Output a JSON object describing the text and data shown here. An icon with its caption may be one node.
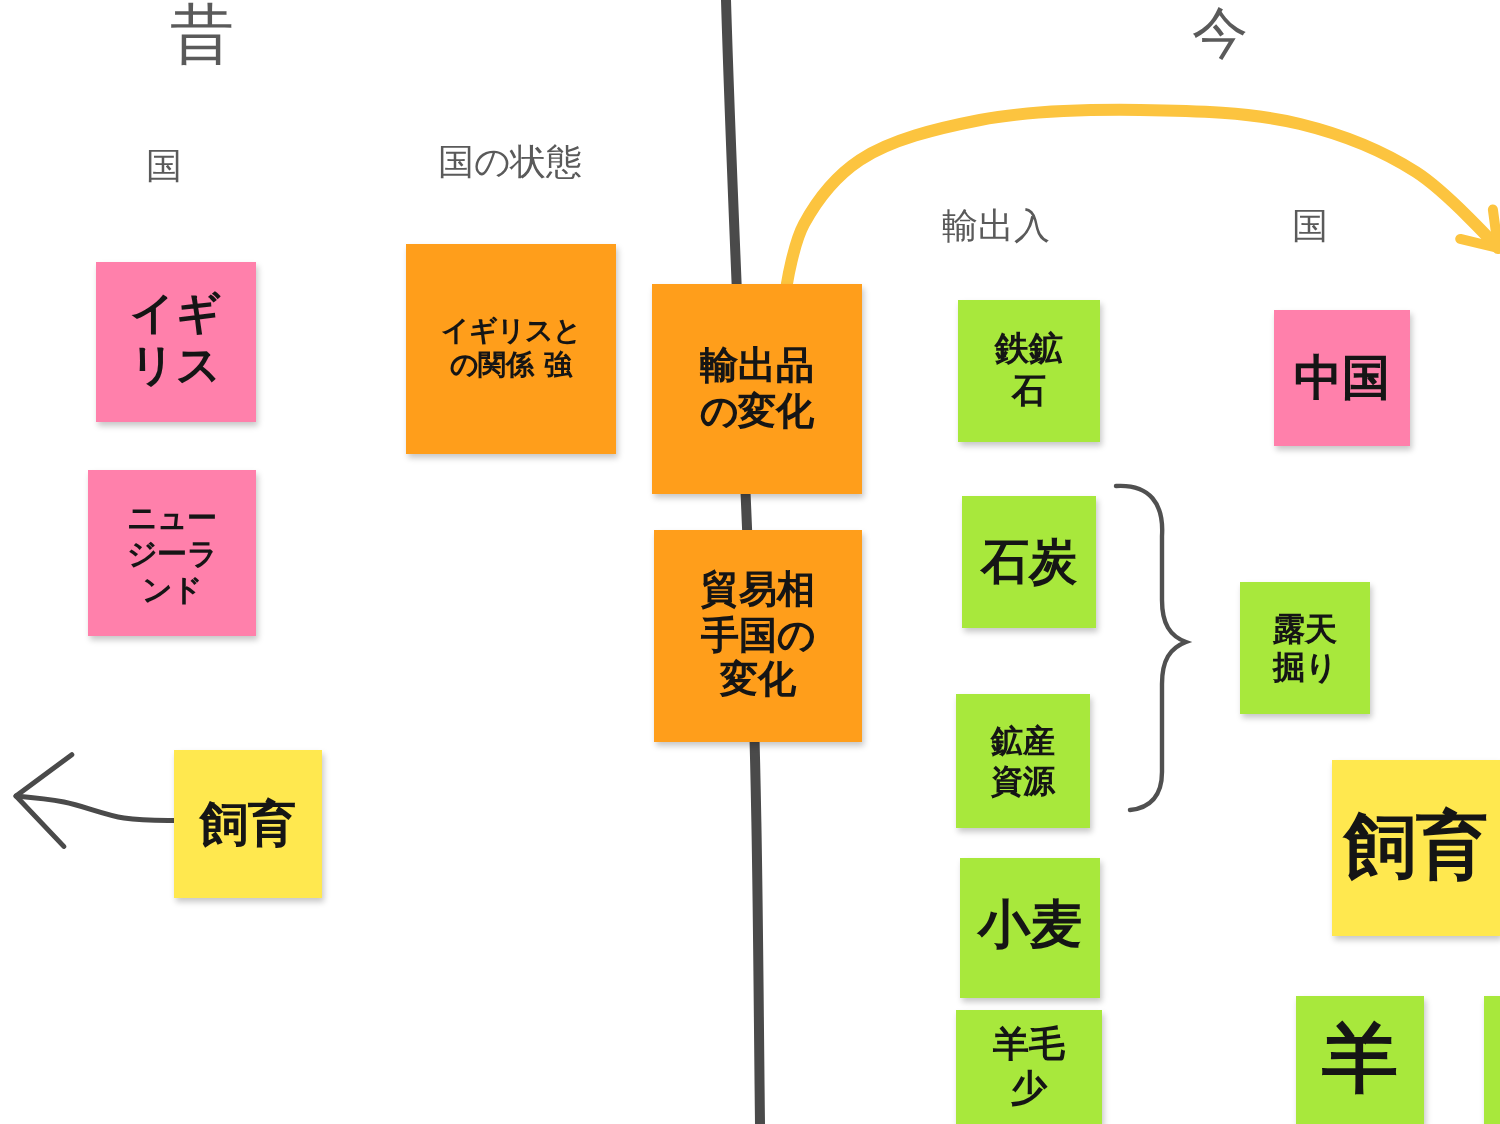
{
  "diagram": {
    "nodes": [
      {
        "text": [
          "イギリス"
        ]
      },
      {
        "text": [
          "ニュージーランド"
        ]
      },
      {
        "text": [
          "飼育"
        ]
      },
      {
        "text": [
          "イギリスとの関係 強"
        ]
      },
      {
        "text": [
          "輸出品の変化"
        ]
      },
      {
        "text": [
          "貿易相手国の変化"
        ]
      },
      {
        "text": [
          "鉄鉱石"
        ]
      },
      {
        "text": [
          "石炭"
        ]
      },
      {
        "text": [
          "鉱産資源"
        ]
      },
      {
        "text": [
          "小麦"
        ]
      },
      {
        "text": [
          "羊毛少"
        ]
      },
      {
        "text": [
          "中国"
        ]
      },
      {
        "text": [
          "露天掘り"
        ]
      },
      {
        "text": [
          "飼育"
        ]
      },
      {
        "text": [
          "羊"
        ]
      },
      {
        "text": [],
        "shape": "box"
      }
    ],
    "edges": [
      {
        "from": 4,
        "to": null,
        "arrow": "to",
        "style": "thick",
        "color": "#fcc43f"
      },
      {
        "from": 2,
        "to": null,
        "arrow": "to",
        "color": "#4a4a4a"
      }
    ],
    "labels": [
      "昔",
      "今",
      "国",
      "国の状態",
      "輸出入",
      "国"
    ]
  }
}
